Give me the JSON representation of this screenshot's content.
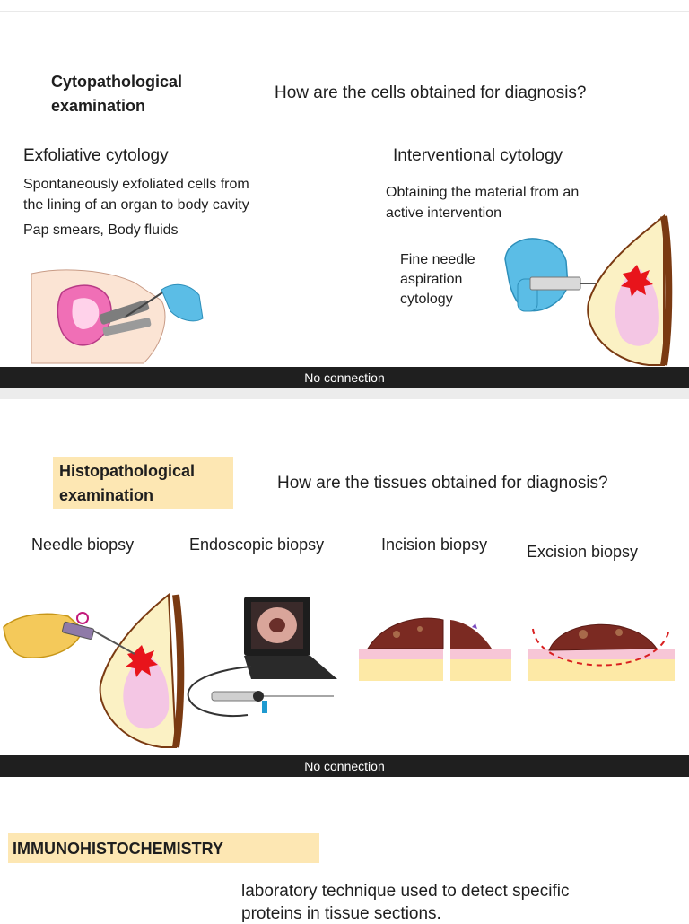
{
  "slide1": {
    "title_line1": "Cytopathological",
    "title_line2": "examination",
    "question": "How are the cells obtained for diagnosis?",
    "exfoliative": {
      "heading": "Exfoliative cytology",
      "desc_line1": "Spontaneously exfoliated cells from",
      "desc_line2": "the lining of an organ to body cavity",
      "examples": "Pap smears,  Body fluids"
    },
    "interventional": {
      "heading": "Interventional cytology",
      "desc_line1": "Obtaining the material from an",
      "desc_line2": "active intervention",
      "fnac_line1": "Fine needle",
      "fnac_line2": "aspiration",
      "fnac_line3": "cytology"
    }
  },
  "status_bar_1": "No connection",
  "slide2": {
    "title_line1": "Histopathological",
    "title_line2": "examination",
    "question": "How are the tissues obtained for diagnosis?",
    "methods": [
      "Needle biopsy",
      "Endoscopic biopsy",
      "Incision biopsy",
      "Excision biopsy"
    ]
  },
  "status_bar_2": "No connection",
  "slide3": {
    "title": "IMMUNOHISTOCHEMISTRY",
    "desc_line1": "laboratory technique used to detect specific",
    "desc_line2": "proteins in tissue sections."
  },
  "colors": {
    "highlight": "#fde7b3",
    "status_bar": "#1f1f1f",
    "glove": "#5bbde6",
    "tumor": "#e8141b",
    "breast_outline": "#7a3a12"
  }
}
